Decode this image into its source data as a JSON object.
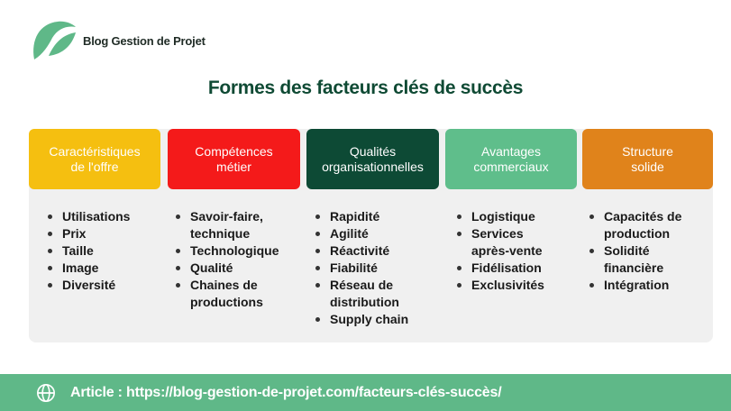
{
  "brand": {
    "name": "Blog Gestion de Projet",
    "logo_icon": "leaf-logo-icon",
    "color": "#5fb888"
  },
  "title": "Formes des facteurs clés de succès",
  "columns": [
    {
      "header": [
        "Caractéristiques",
        "de l'offre"
      ],
      "color": "#f5bf10",
      "items": [
        [
          "Utilisations"
        ],
        [
          "Prix"
        ],
        [
          "Taille"
        ],
        [
          "Image"
        ],
        [
          "Diversité"
        ]
      ]
    },
    {
      "header": [
        "Compétences",
        "métier"
      ],
      "color": "#f41a1a",
      "items": [
        [
          "Savoir-faire,",
          "technique"
        ],
        [
          "Technologique"
        ],
        [
          "Qualité"
        ],
        [
          "Chaines de",
          "productions"
        ]
      ]
    },
    {
      "header": [
        "Qualités",
        "organisationnelles"
      ],
      "color": "#0d4a35",
      "items": [
        [
          "Rapidité"
        ],
        [
          "Agilité"
        ],
        [
          "Réactivité"
        ],
        [
          "Fiabilité"
        ],
        [
          "Réseau de",
          "distribution"
        ],
        [
          "Supply chain"
        ]
      ]
    },
    {
      "header": [
        "Avantages",
        "commerciaux"
      ],
      "color": "#5fbe8b",
      "items": [
        [
          "Logistique"
        ],
        [
          "Services",
          "après-vente"
        ],
        [
          "Fidélisation"
        ],
        [
          "Exclusivités"
        ]
      ]
    },
    {
      "header": [
        "Structure",
        "solide"
      ],
      "color": "#e0831b",
      "items": [
        [
          "Capacités de",
          "production"
        ],
        [
          "Solidité",
          "financière"
        ],
        [
          "Intégration"
        ]
      ]
    }
  ],
  "footer": {
    "text": "Article : https://blog-gestion-de-projet.com/facteurs-clés-succès/",
    "icon": "globe-icon",
    "color": "#5fb888"
  }
}
